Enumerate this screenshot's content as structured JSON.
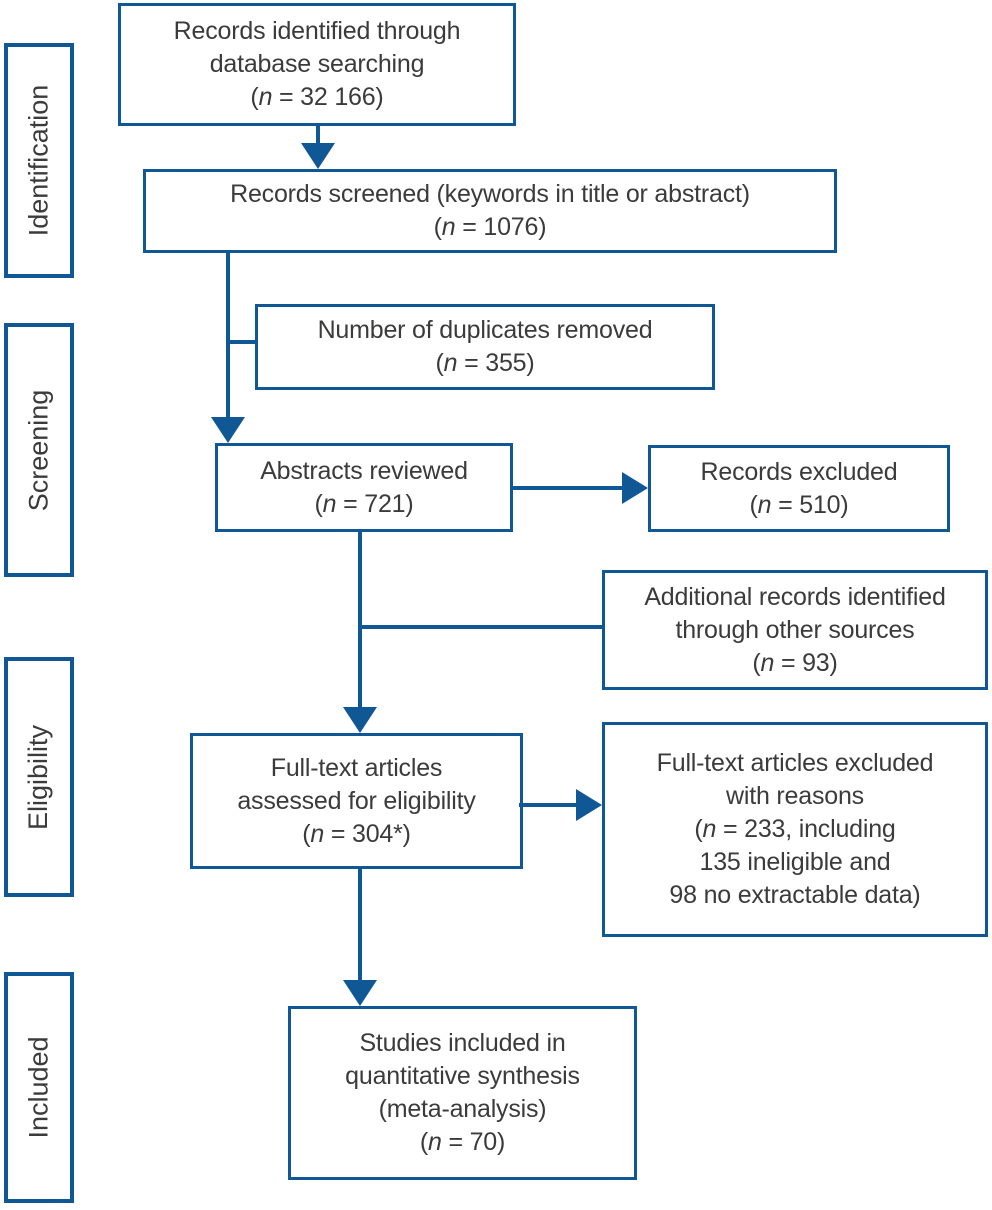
{
  "colors": {
    "accent": "#0f5795",
    "text": "#3b3b3b",
    "background": "#ffffff"
  },
  "diagram": {
    "type": "prisma-flow",
    "stages": [
      "Identification",
      "Screening",
      "Eligibility",
      "Included"
    ],
    "boxes": [
      {
        "id": "records-identified",
        "lines": [
          {
            "t": "Records identified through"
          },
          {
            "t": "database searching"
          },
          {
            "pre": "(",
            "it": "n",
            "post": " = 32 166)"
          }
        ]
      },
      {
        "id": "records-screened",
        "lines": [
          {
            "t": "Records screened (keywords in title or abstract)"
          },
          {
            "pre": "(",
            "it": "n",
            "post": " = 1076)"
          }
        ]
      },
      {
        "id": "duplicates-removed",
        "lines": [
          {
            "t": "Number of duplicates removed"
          },
          {
            "pre": "(",
            "it": "n",
            "post": " = 355)"
          }
        ]
      },
      {
        "id": "abstracts-reviewed",
        "lines": [
          {
            "t": "Abstracts reviewed"
          },
          {
            "pre": "(",
            "it": "n",
            "post": " = 721)"
          }
        ]
      },
      {
        "id": "records-excluded",
        "lines": [
          {
            "t": "Records excluded"
          },
          {
            "pre": "(",
            "it": "n",
            "post": " = 510)"
          }
        ]
      },
      {
        "id": "additional-records",
        "lines": [
          {
            "t": "Additional records identified"
          },
          {
            "t": "through other sources"
          },
          {
            "pre": "(",
            "it": "n",
            "post": " = 93)"
          }
        ]
      },
      {
        "id": "full-text-assessed",
        "lines": [
          {
            "t": "Full-text articles"
          },
          {
            "t": "assessed for eligibility"
          },
          {
            "pre": "(",
            "it": "n",
            "post": " = 304*)"
          }
        ]
      },
      {
        "id": "full-text-excluded",
        "lines": [
          {
            "t": "Full-text articles excluded"
          },
          {
            "t": "with reasons"
          },
          {
            "pre": "(",
            "it": "n",
            "post": " = 233, including"
          },
          {
            "t": "135 ineligible and"
          },
          {
            "t": "98 no extractable data)"
          }
        ]
      },
      {
        "id": "studies-included",
        "lines": [
          {
            "t": "Studies included in"
          },
          {
            "t": "quantitative synthesis"
          },
          {
            "t": "(meta-analysis)"
          },
          {
            "pre": "(",
            "it": "n",
            "post": " = 70)"
          }
        ]
      }
    ],
    "edges": [
      {
        "from": "records-identified",
        "to": "records-screened",
        "style": "arrow"
      },
      {
        "from": "records-screened",
        "to": "duplicates-removed",
        "style": "line"
      },
      {
        "from": "records-screened",
        "to": "abstracts-reviewed",
        "style": "arrow"
      },
      {
        "from": "abstracts-reviewed",
        "to": "records-excluded",
        "style": "arrow"
      },
      {
        "from": "additional-records",
        "to": "full-text-assessed",
        "style": "line"
      },
      {
        "from": "abstracts-reviewed",
        "to": "full-text-assessed",
        "style": "arrow"
      },
      {
        "from": "full-text-assessed",
        "to": "full-text-excluded",
        "style": "arrow"
      },
      {
        "from": "full-text-assessed",
        "to": "studies-included",
        "style": "arrow"
      }
    ]
  }
}
